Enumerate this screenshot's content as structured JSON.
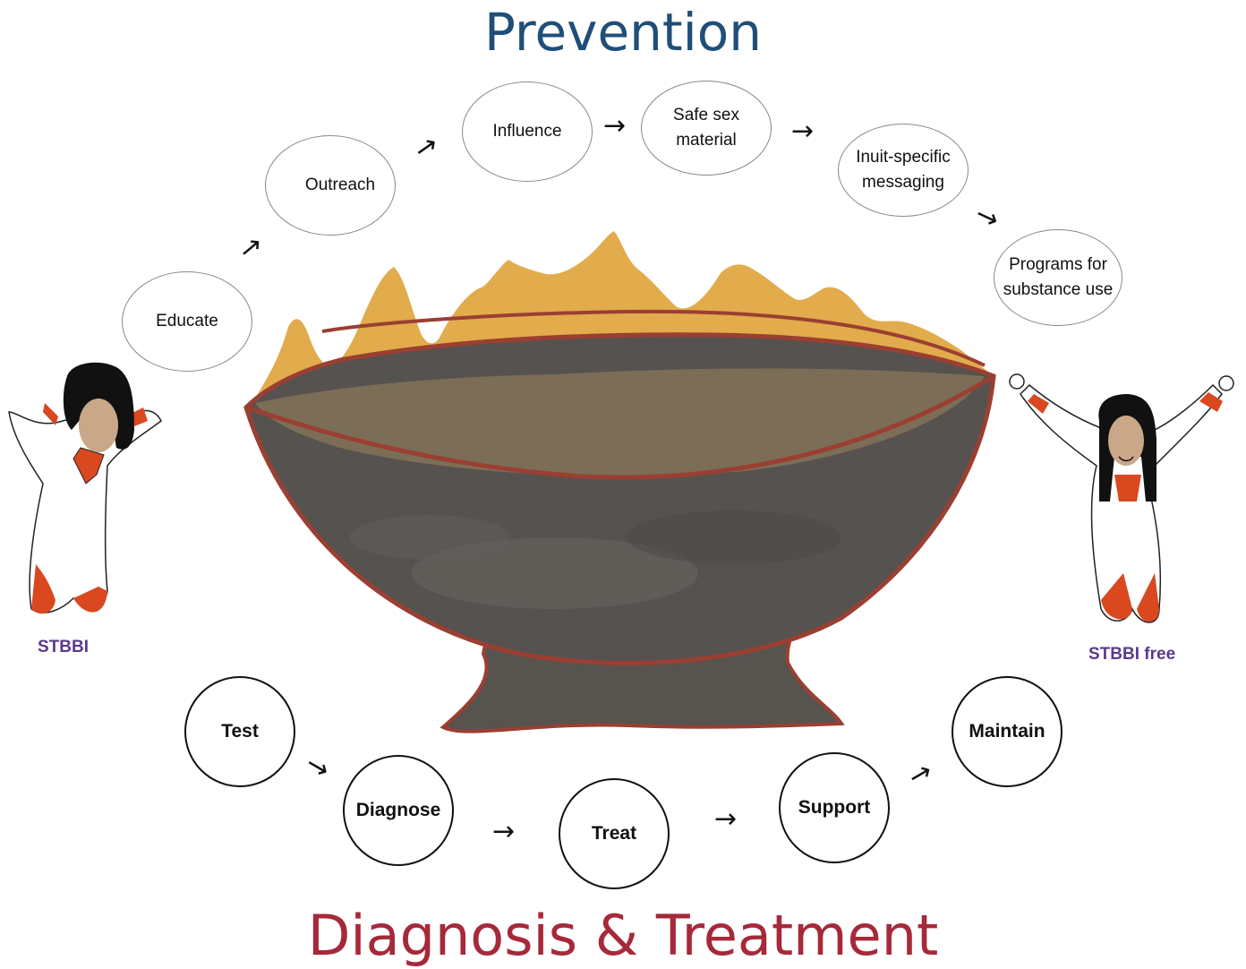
{
  "titles": {
    "prevention": "Prevention",
    "diagnosis": "Diagnosis & Treatment"
  },
  "colors": {
    "prevention_title": "#1f4e79",
    "diagnosis_title": "#a6293a",
    "side_label": "#5b3a8c",
    "flames": "#e2ab4c",
    "bowl_body": "#56524f",
    "bowl_rim": "#9a3f32",
    "garment_trim": "#d9481f"
  },
  "prevention_steps": [
    {
      "label": "Educate"
    },
    {
      "label": "Outreach"
    },
    {
      "label": "Influence"
    },
    {
      "label": "Safe sex\nmaterial"
    },
    {
      "label": "Inuit-specific\nmessaging"
    },
    {
      "label": "Programs for\nsubstance use"
    }
  ],
  "treatment_steps": [
    {
      "label": "Test"
    },
    {
      "label": "Diagnose"
    },
    {
      "label": "Treat"
    },
    {
      "label": "Support"
    },
    {
      "label": "Maintain"
    }
  ],
  "figures": {
    "left_label": "STBBI",
    "right_label": "STBBI free"
  },
  "icons": {
    "arrow": "arrow-right-icon",
    "bowl": "qulliq-bowl-icon",
    "flame": "flame-icon",
    "distressed_person": "distressed-person-icon",
    "joyful_person": "joyful-person-icon"
  }
}
